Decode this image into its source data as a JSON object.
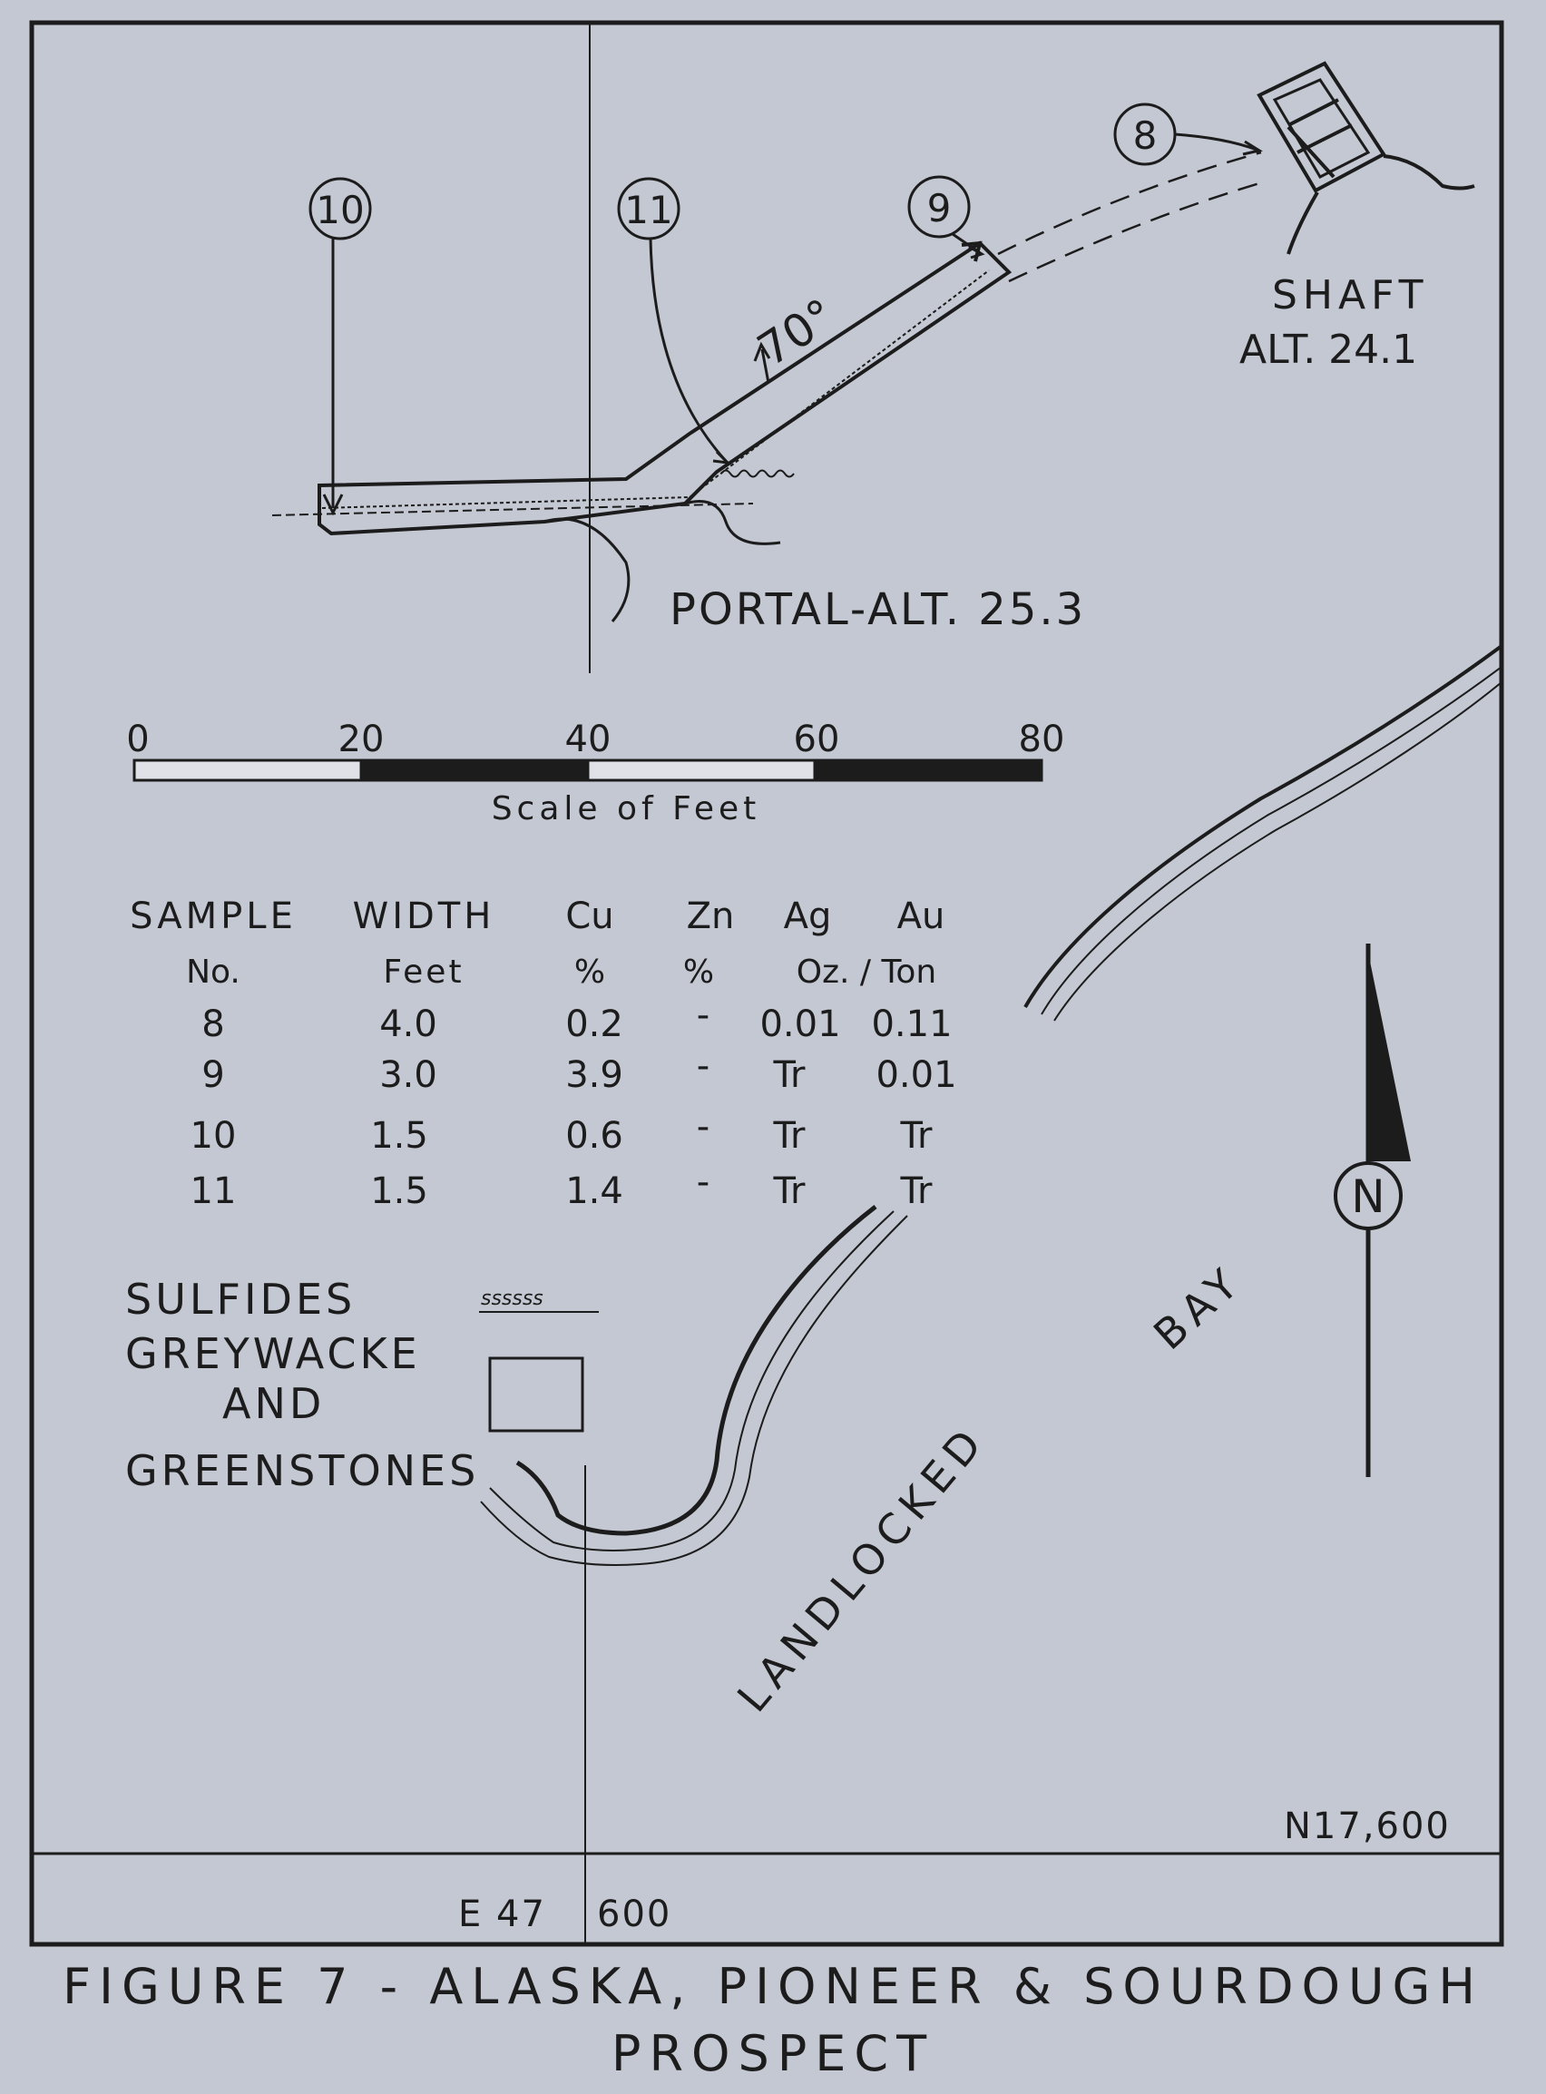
{
  "figure": {
    "caption_line1": "FIGURE 7 - ALASKA, PIONEER & SOURDOUGH",
    "caption_line2": "PROSPECT"
  },
  "samples_markers": [
    "10",
    "11",
    "9",
    "8"
  ],
  "workings": {
    "shaft_label": "SHAFT",
    "shaft_alt": "ALT. 24.1",
    "portal_label": "PORTAL-ALT. 25.3",
    "dip": "70°"
  },
  "scale": {
    "ticks": [
      "0",
      "20",
      "40",
      "60",
      "80"
    ],
    "caption": "Scale of Feet"
  },
  "table": {
    "headers": [
      "SAMPLE",
      "WIDTH",
      "Cu",
      "Zn",
      "Ag",
      "Au"
    ],
    "subheaders": [
      "No.",
      "Feet",
      "%",
      "%",
      "Oz. / Ton"
    ],
    "rows": [
      [
        "8",
        "4.0",
        "0.2",
        "-",
        "0.01",
        "0.11"
      ],
      [
        "9",
        "3.0",
        "3.9",
        "-",
        "Tr",
        "0.01"
      ],
      [
        "10",
        "1.5",
        "0.6",
        "-",
        "Tr",
        "Tr"
      ],
      [
        "11",
        "1.5",
        "1.4",
        "-",
        "Tr",
        "Tr"
      ]
    ]
  },
  "legend": {
    "sulfides": "SULFIDES",
    "sulfides_symbol": "ssssss",
    "greywacke_1": "GREYWACKE",
    "greywacke_2": "AND",
    "greywacke_3": "GREENSTONES"
  },
  "bay": {
    "word1": "BAY",
    "word2": "LANDLOCKED"
  },
  "north": {
    "letter": "N"
  },
  "grid": {
    "northing": "N17,600",
    "easting_left": "E 47",
    "easting_right": "600"
  },
  "colors": {
    "background": "#c4c8d2",
    "ink": "#1c1c1c"
  }
}
